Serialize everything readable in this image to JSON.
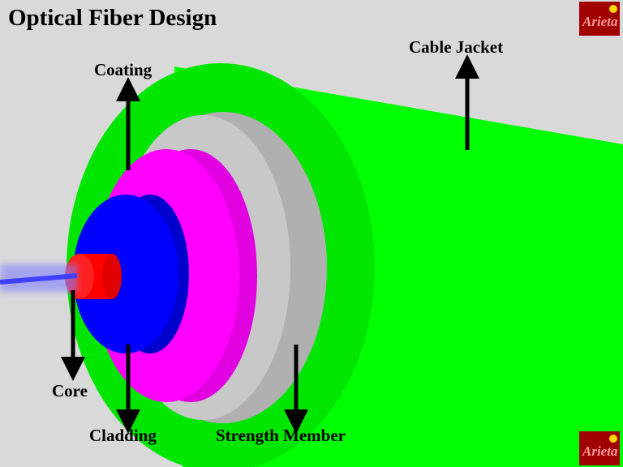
{
  "title": "Optical Fiber Design",
  "labels": {
    "coating": "Coating",
    "cable_jacket": "Cable Jacket",
    "core": "Core",
    "cladding": "Cladding",
    "strength_member": "Strength Member"
  },
  "logo_text": "Arieta",
  "colors": {
    "background": "#d9d9d9",
    "jacket": "#00ff00",
    "strength_member": "#c8c8c8",
    "coating": "#ff00ff",
    "cladding": "#0000ff",
    "core": "#ff0000",
    "light_beam": "#4040ff",
    "logo": "#a00000"
  }
}
